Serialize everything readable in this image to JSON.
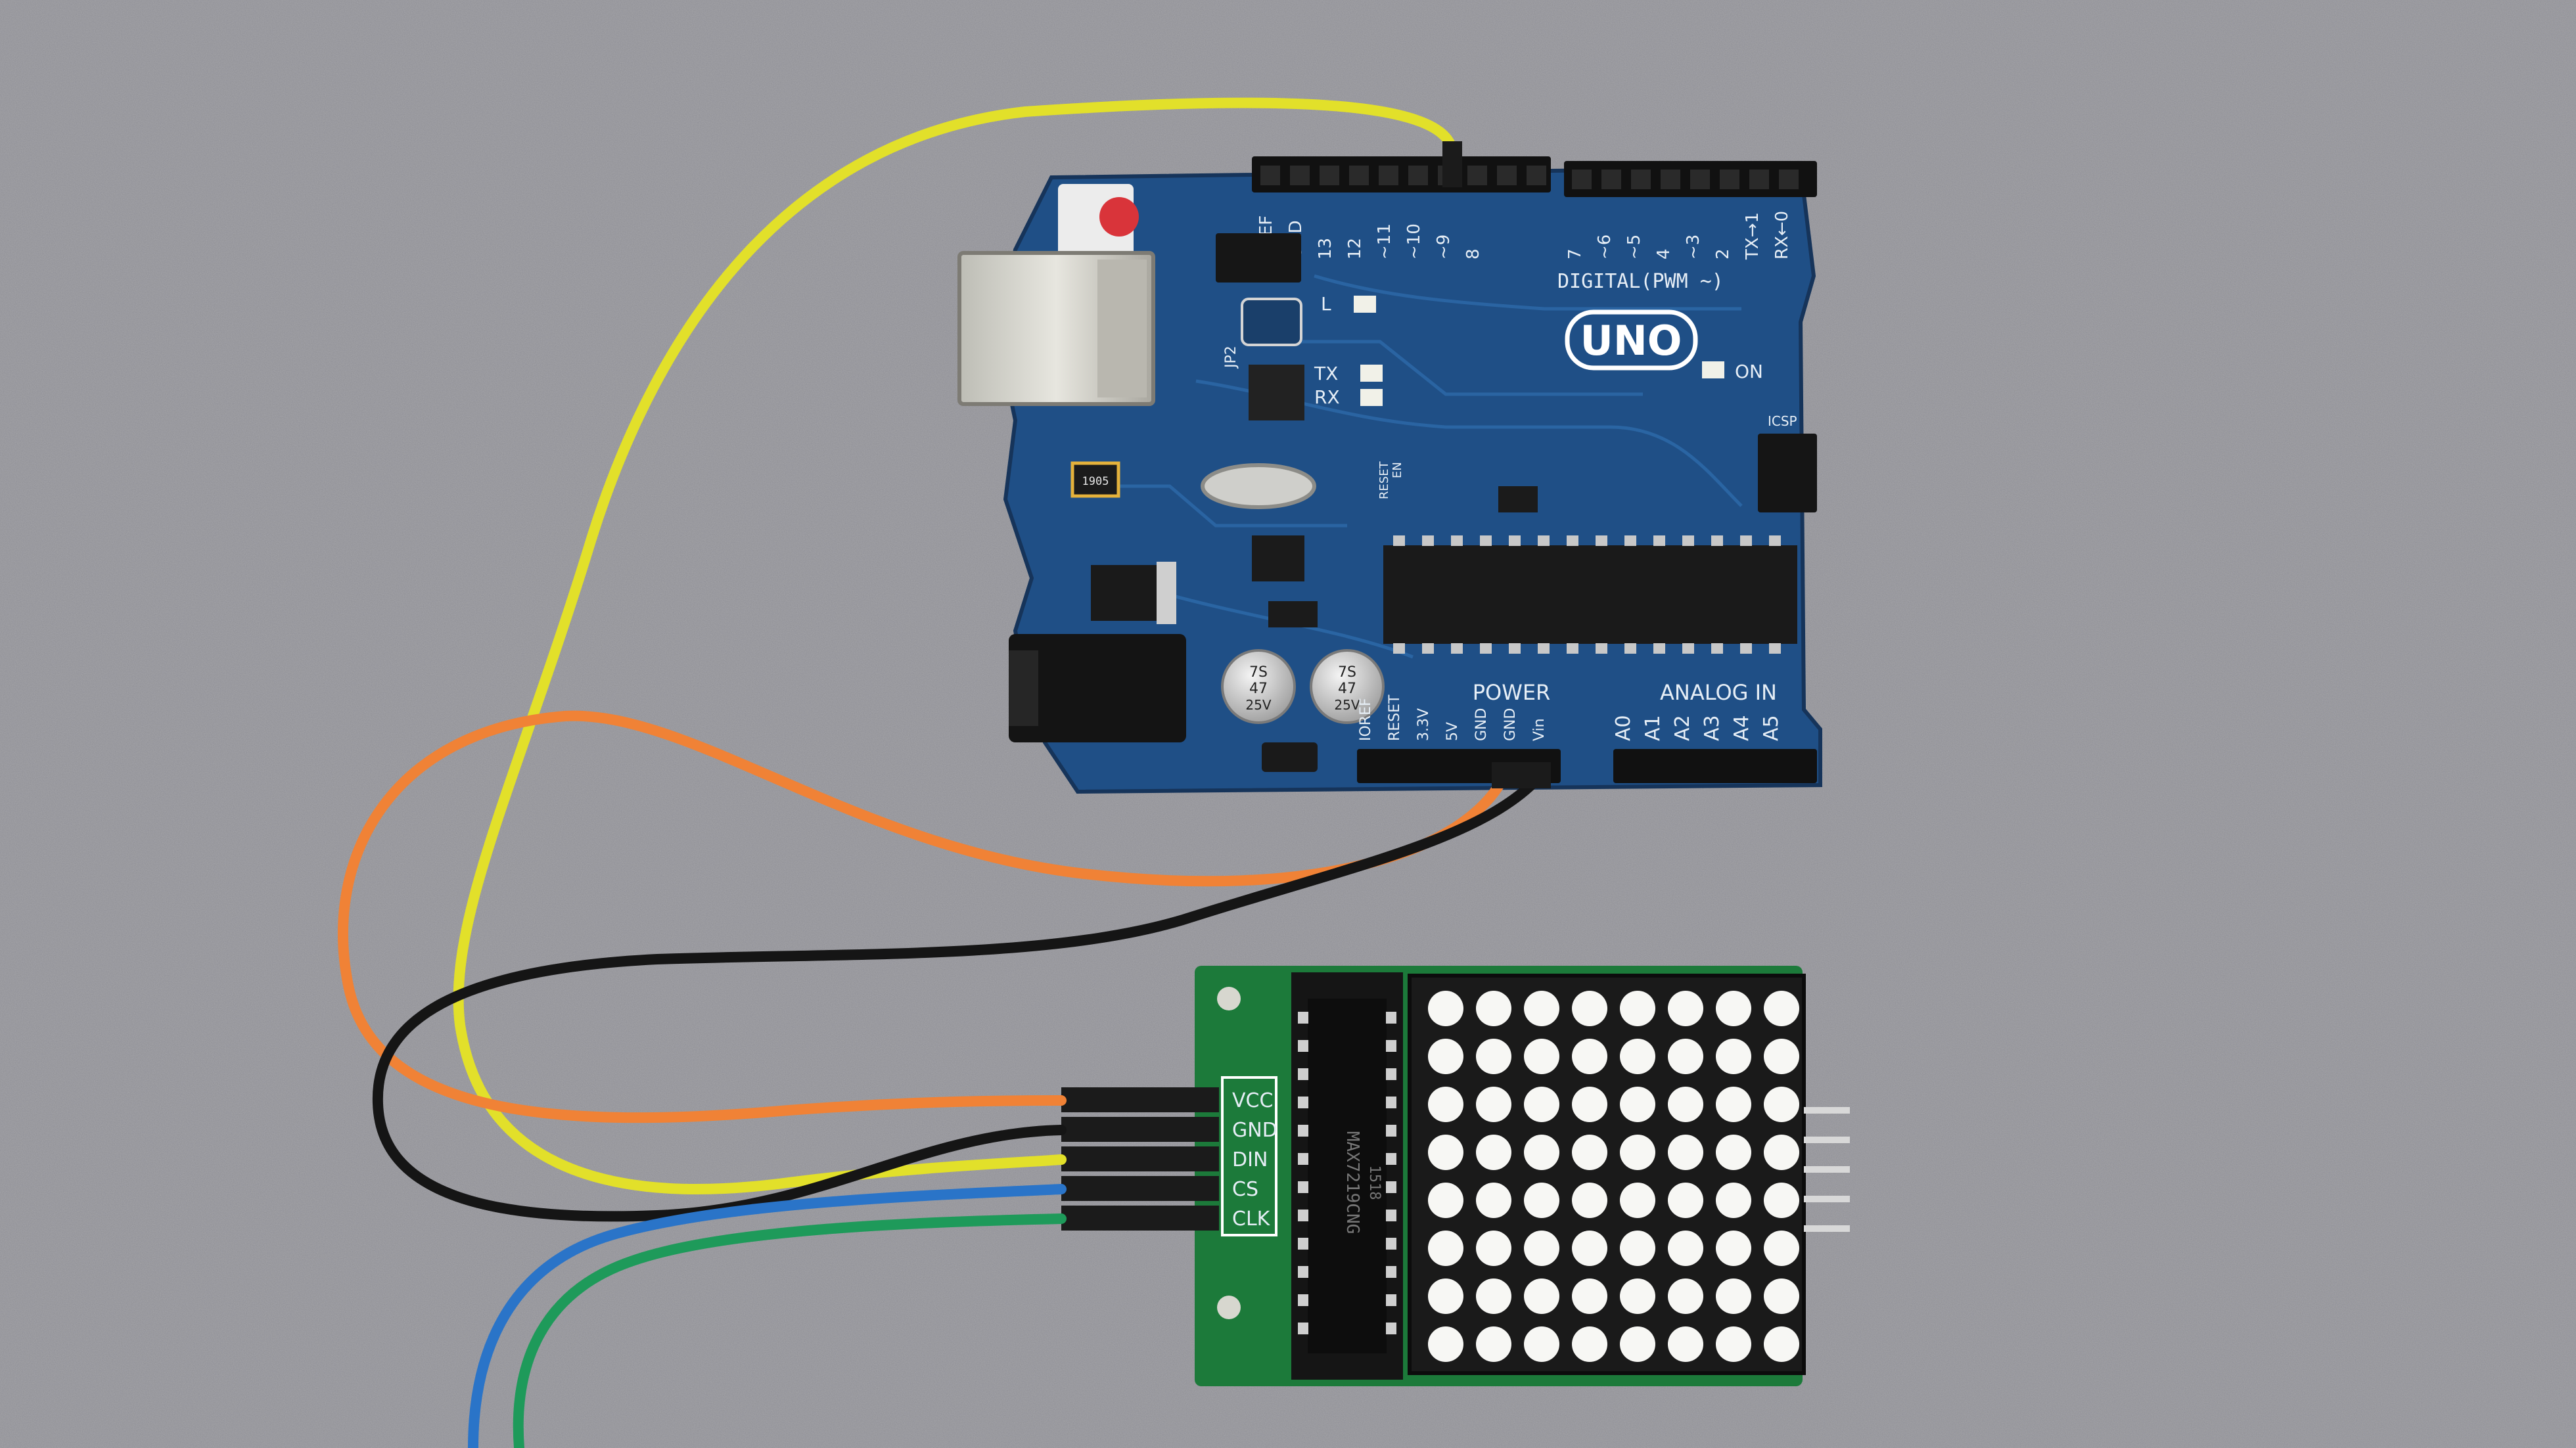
{
  "arduino": {
    "logo_text": "UNO",
    "header_top_labels": [
      "AREF",
      "GND",
      "13",
      "12",
      "~11",
      "~10",
      "~9",
      "8",
      "7",
      "~6",
      "~5",
      "4",
      "~3",
      "2",
      "TX→1",
      "RX←0"
    ],
    "digital_label": "DIGITAL(PWM ~)",
    "led_labels": {
      "l": "L",
      "tx": "TX",
      "rx": "RX",
      "on": "ON"
    },
    "jp2_label": "JP2",
    "icsp_label": "ICSP",
    "reset_label": "RESET",
    "reset_en_label": "EN",
    "crystal_marking": "1905",
    "power_label": "POWER",
    "analog_label": "ANALOG IN",
    "power_pin_labels": [
      "IOREF",
      "RESET",
      "3.3V",
      "5V",
      "GND",
      "GND",
      "Vin"
    ],
    "analog_pin_labels": [
      "A0",
      "A1",
      "A2",
      "A3",
      "A4",
      "A5"
    ],
    "capacitor_marking": [
      "7S",
      "47",
      "25V"
    ]
  },
  "matrix_module": {
    "pin_labels": [
      "VCC",
      "GND",
      "DIN",
      "CS",
      "CLK"
    ],
    "chip_marking": [
      "MAX7219CNG",
      "1518"
    ],
    "rows": 8,
    "cols": 8
  },
  "colors": {
    "board_blue": "#1f4f86",
    "module_green": "#1c7a3a",
    "wire_yellow": "#e2e02a",
    "wire_orange": "#f08236",
    "wire_black": "#151515",
    "wire_blue": "#2a74c8",
    "wire_green": "#1e9a5a",
    "surface_gray": "#8d8d93"
  }
}
